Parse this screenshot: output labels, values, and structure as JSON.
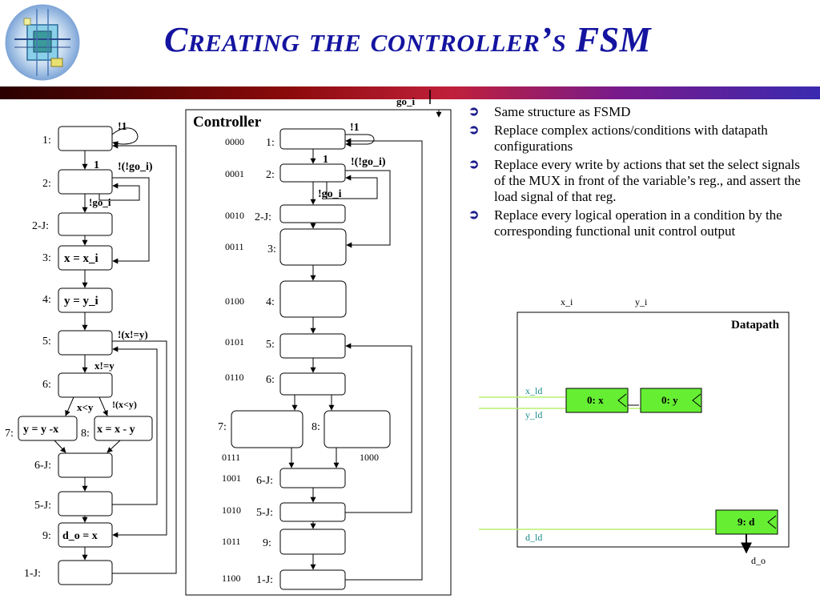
{
  "title": "Creating the controller’s FSM",
  "bullets": [
    "Same structure as FSMD",
    "Replace complex actions/conditions with datapath configurations",
    "Replace every write by actions that set the select signals of the MUX in front of the variable’s reg., and assert the load signal of that reg.",
    "Replace every logical operation in a condition by the corresponding functional unit control output"
  ],
  "fsmd": {
    "states": {
      "s1": "1:",
      "s2": "2:",
      "s2j": "2-J:",
      "s3": "3:",
      "s4": "4:",
      "s5": "5:",
      "s6": "6:",
      "s7": "7:",
      "s8": "8:",
      "s6j": "6-J:",
      "s5j": "5-J:",
      "s9": "9:",
      "s1j": "1-J:"
    },
    "actions": {
      "s3": "x = x_i",
      "s4": "y = y_i",
      "s7": "y = y -x",
      "s8": "x = x - y",
      "s9": "d_o = x"
    },
    "conditions": {
      "not1": "!1",
      "one": "1",
      "not_not_go": "!(!go_i)",
      "not_go": "!go_i",
      "not_xney": "!(x!=y)",
      "xney": "x!=y",
      "xlty": "x<y",
      "not_xlty": "!(x<y)"
    }
  },
  "controller": {
    "label": "Controller",
    "go_label": "go_i",
    "states": {
      "s1": "1:",
      "s2": "2:",
      "s2j": "2-J:",
      "s3": "3:",
      "s4": "4:",
      "s5": "5:",
      "s6": "6:",
      "s7": "7:",
      "s8": "8:",
      "s6j": "6-J:",
      "s5j": "5-J:",
      "s9": "9:",
      "s1j": "1-J:"
    },
    "codes": {
      "s1": "0000",
      "s2": "0001",
      "s2j": "0010",
      "s3": "0011",
      "s4": "0100",
      "s5": "0101",
      "s6": "0110",
      "s7": "0111",
      "s8": "1000",
      "s6j": "1001",
      "s5j": "1010",
      "s9": "1011",
      "s1j": "1100"
    },
    "conditions": {
      "not1": "!1",
      "one": "1",
      "not_not_go": "!(!go_i)",
      "not_go": "!go_i"
    }
  },
  "datapath": {
    "label": "Datapath",
    "inputs": {
      "x_i": "x_i",
      "y_i": "y_i"
    },
    "signals": {
      "x_ld": "x_ld",
      "y_ld": "y_ld",
      "d_ld": "d_ld"
    },
    "registers": {
      "x": "0: x",
      "y": "0: y",
      "d": "9: d"
    },
    "output": "d_o",
    "colors": {
      "register_fill": "#66ee33",
      "signal_line": "#b8f070",
      "signal_text": "#1a8a8a"
    }
  }
}
